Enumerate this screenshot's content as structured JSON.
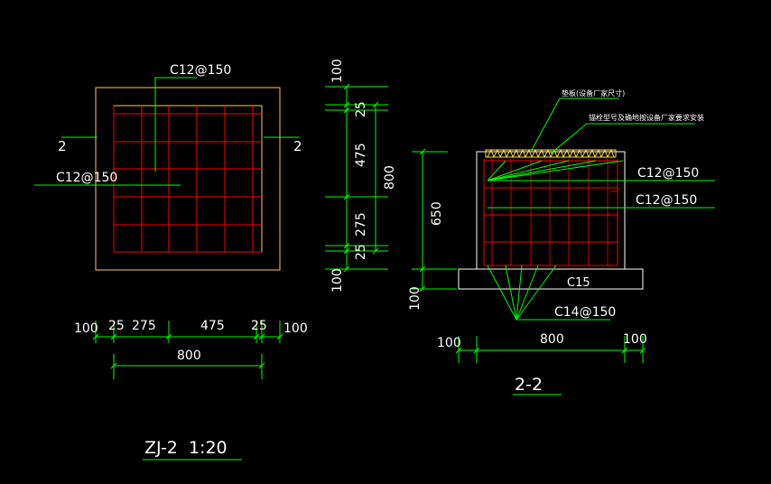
{
  "colors": {
    "background": "#000000",
    "dimension": "#00ff00",
    "rebar": "#ff0000",
    "outline": "#ffffff",
    "plan_outline": "#ffcc44",
    "vertical_rebar": "#cc0000",
    "leader": "#00ff00",
    "hatch": "#ffdd44",
    "text": "#ffffff"
  },
  "plan": {
    "rebar_label_top": "C12@150",
    "rebar_label_left": "C12@150",
    "section_mark_left": "2",
    "section_mark_right": "2",
    "dims_horizontal": [
      "100",
      "25",
      "275",
      "475",
      "25",
      "100"
    ],
    "dim_total": "800",
    "title": "ZJ-2  1:20"
  },
  "side_dims": {
    "top": "100",
    "d25_top": "25",
    "d475": "475",
    "d275": "275",
    "d25_bottom": "25",
    "bottom": "100",
    "total": "800"
  },
  "section": {
    "note_plate": "垫板(设备厂家尺寸)",
    "note_bolt": "锚栓型号及确地按设备厂家要求安装",
    "rebar_upper": "C12@150",
    "rebar_lower": "C12@150",
    "base_label": "C15",
    "bottom_rebar": "C14@150",
    "height_650": "650",
    "height_100": "100",
    "width_left": "100",
    "width_mid": "800",
    "width_right": "100",
    "title": "2-2"
  }
}
